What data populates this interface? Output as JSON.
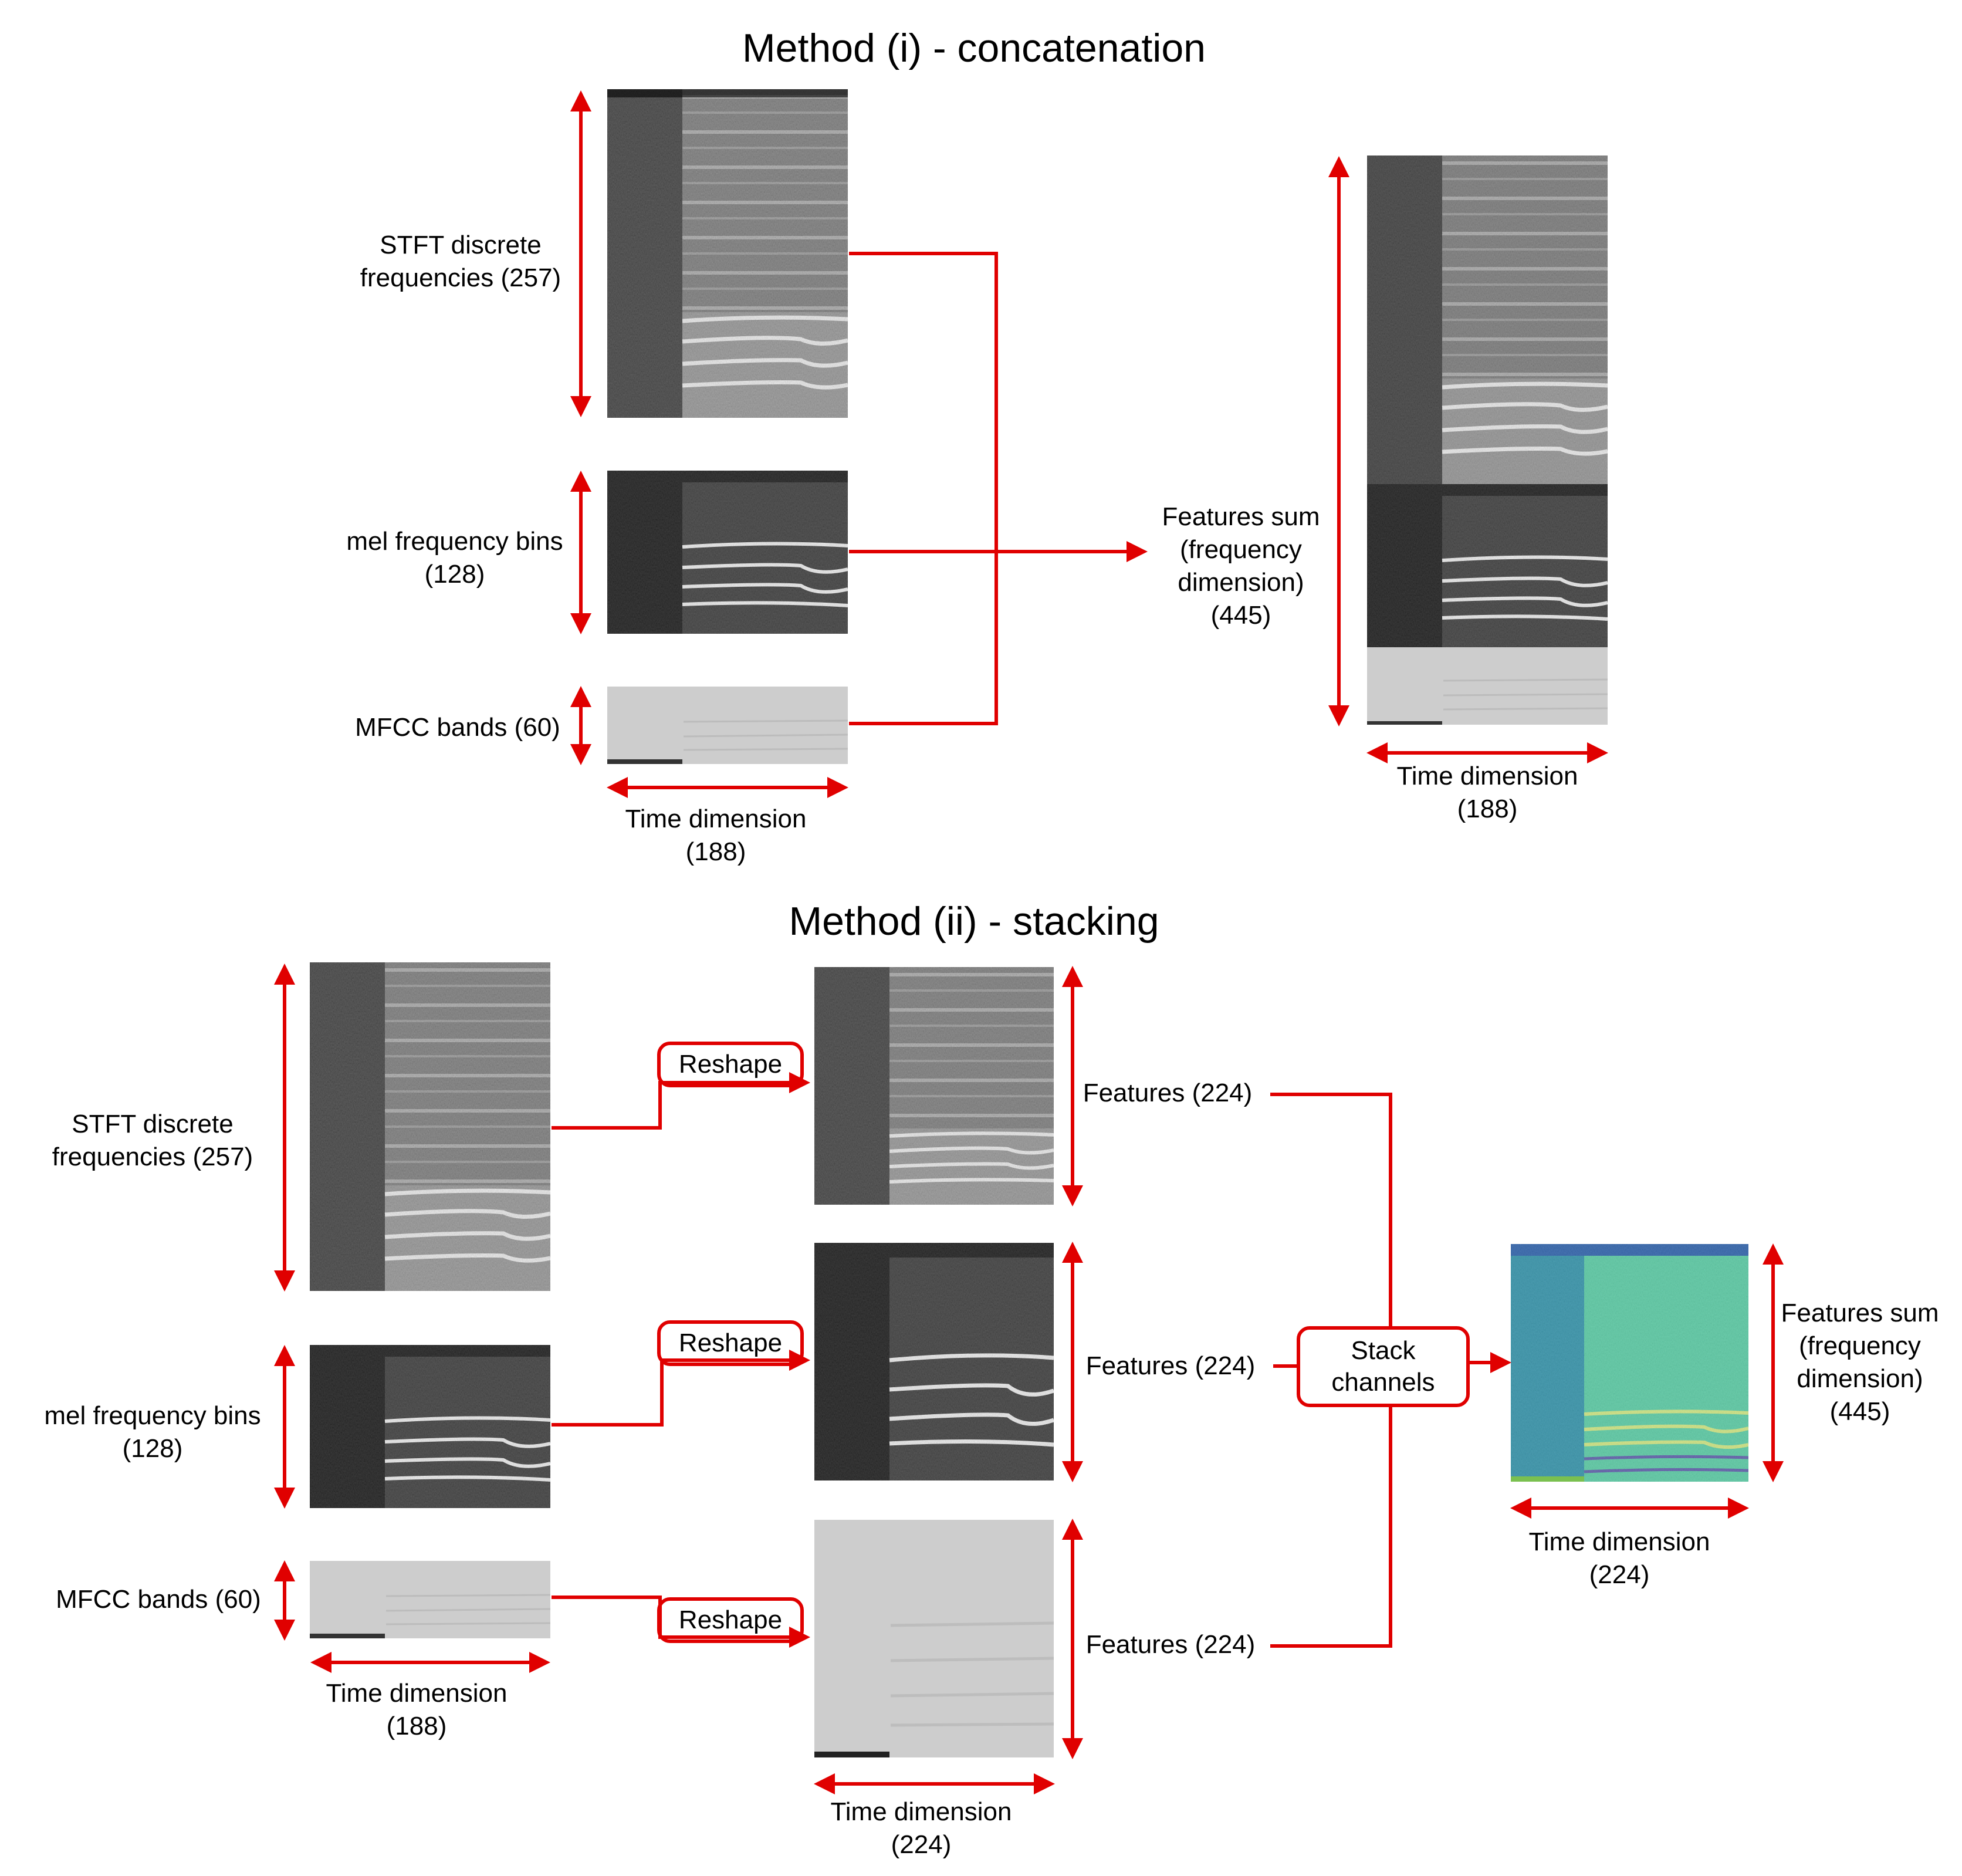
{
  "method1": {
    "title": "Method (i) - concatenation",
    "labels": {
      "stft_line1": "STFT discrete",
      "stft_line2": "frequencies (257)",
      "mel_line1": "mel frequency bins",
      "mel_line2": "(128)",
      "mfcc": "MFCC bands (60)",
      "time_in_line1": "Time dimension",
      "time_in_line2": "(188)",
      "sum_line1": "Features sum",
      "sum_line2": "(frequency",
      "sum_line3": "dimension)",
      "sum_line4": "(445)",
      "time_out_line1": "Time dimension",
      "time_out_line2": "(188)"
    }
  },
  "method2": {
    "title": "Method (ii) - stacking",
    "labels": {
      "stft_line1": "STFT discrete",
      "stft_line2": "frequencies (257)",
      "mel_line1": "mel frequency bins",
      "mel_line2": "(128)",
      "mfcc": "MFCC bands (60)",
      "time_in_line1": "Time dimension",
      "time_in_line2": "(188)",
      "reshape1": "Reshape",
      "reshape2": "Reshape",
      "reshape3": "Reshape",
      "features1": "Features (224)",
      "features2": "Features (224)",
      "features3": "Features (224)",
      "time_mid_line1": "Time dimension",
      "time_mid_line2": "(224)",
      "stack_line1": "Stack",
      "stack_line2": "channels",
      "sum_line1": "Features sum",
      "sum_line2": "(frequency",
      "sum_line3": "dimension)",
      "sum_line4": "(445)",
      "time_out_line1": "Time dimension",
      "time_out_line2": "(224)"
    }
  },
  "colors": {
    "accent": "#e00000",
    "background": "#ffffff"
  }
}
